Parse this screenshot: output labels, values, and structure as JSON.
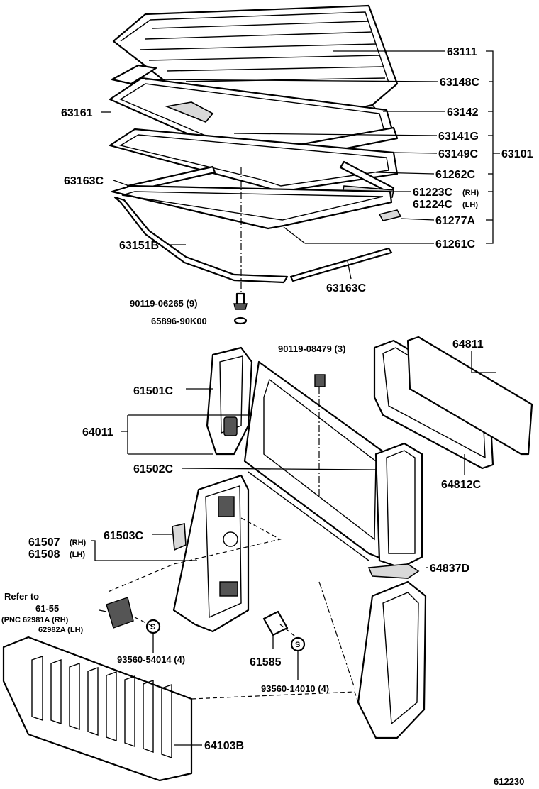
{
  "diagram_code": "612230",
  "roof_parts": {
    "p63111": "63111",
    "p63148C": "63148C",
    "p63161": "63161",
    "p63142": "63142",
    "p63141G": "63141G",
    "p63149C": "63149C",
    "p63101": "63101",
    "p63163C_left": "63163C",
    "p61262C": "61262C",
    "p61223C": "61223C",
    "p61223C_side": "(RH)",
    "p61224C": "61224C",
    "p61224C_side": "(LH)",
    "p61277A": "61277A",
    "p63151B": "63151B",
    "p61261C": "61261C",
    "p63163C_bottom": "63163C",
    "p90119_06265": "90119-06265 (9)",
    "p65896": "65896-90K00"
  },
  "back_parts": {
    "p90119_08479": "90119-08479 (3)",
    "p64811": "64811",
    "p61501C": "61501C",
    "p64011": "64011",
    "p61502C": "61502C",
    "p64812C": "64812C",
    "p61507": "61507",
    "p61507_side": "(RH)",
    "p61508": "61508",
    "p61508_side": "(LH)",
    "p61503C": "61503C",
    "p64837D": "64837D",
    "refer_to": "Refer to",
    "refer_page": "61-55",
    "refer_pnc": "(PNC 62981A (RH)",
    "refer_pnc2": "62982A (LH)",
    "p93560_54014": "93560-54014 (4)",
    "p61585": "61585",
    "p93560_14010": "93560-14010 (4)",
    "p64103B": "64103B"
  }
}
